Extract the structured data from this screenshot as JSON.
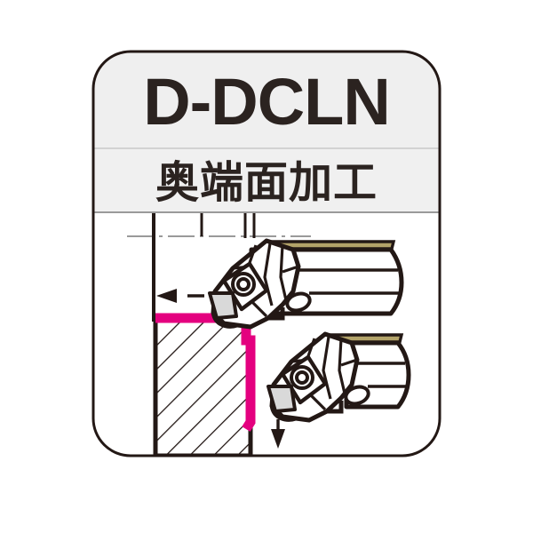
{
  "card": {
    "title": "D-DCLN",
    "subtitle": "奥端面加工",
    "border_color": "#231815",
    "header_bg": "#efefef",
    "subtitle_bg": "#f0f0f0",
    "body_bg": "#ffffff",
    "corner_radius": 42
  },
  "diagram": {
    "type": "technical-cross-section",
    "description": "Boring bar tool holder machining back face of workpiece",
    "colors": {
      "tool_path": "#e4007f",
      "outline": "#231815",
      "workpiece_hatch": "#231815",
      "insert_fill": "#d9d9d9",
      "coolant_strip": "#b3a369",
      "centerline": "#9a9a9a",
      "arrow": "#231815"
    },
    "workpiece": {
      "label": "workpiece-cross-section",
      "hatch_angle_deg": 45,
      "hatch_spacing": 19
    },
    "tool_paths": [
      {
        "name": "upper-feed-path",
        "direction": "left"
      },
      {
        "name": "lower-feed-path",
        "direction": "down"
      }
    ],
    "arrows": [
      {
        "name": "feed-arrow-left",
        "direction": "left"
      },
      {
        "name": "feed-arrow-down",
        "direction": "down"
      }
    ],
    "tools": [
      {
        "name": "upper-boring-bar",
        "insert_shape": "rhombic-80deg",
        "clamp": "screw-clamp"
      },
      {
        "name": "lower-boring-bar",
        "insert_shape": "rhombic-80deg",
        "clamp": "screw-clamp"
      }
    ]
  }
}
